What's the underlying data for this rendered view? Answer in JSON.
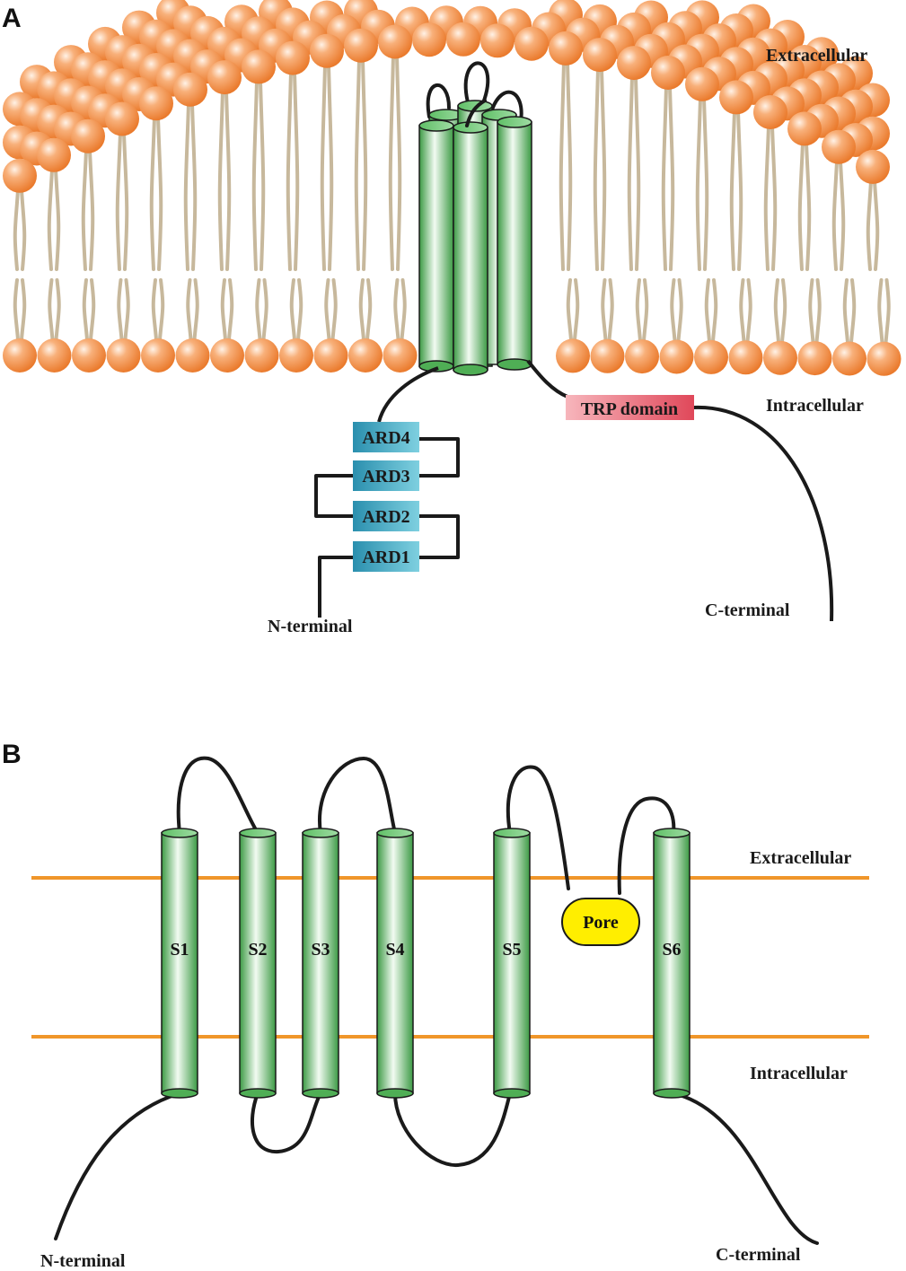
{
  "panel_a": {
    "label": "A",
    "extracellular": "Extracellular",
    "intracellular": "Intracellular",
    "n_terminal": "N-terminal",
    "c_terminal": "C-terminal",
    "trp_domain": "TRP domain",
    "ards": [
      "ARD4",
      "ARD3",
      "ARD2",
      "ARD1"
    ]
  },
  "panel_b": {
    "label": "B",
    "extracellular": "Extracellular",
    "intracellular": "Intracellular",
    "n_terminal": "N-terminal",
    "c_terminal": "C-terminal",
    "pore": "Pore",
    "segments": [
      "S1",
      "S2",
      "S3",
      "S4",
      "S5",
      "S6"
    ]
  },
  "colors": {
    "lipid_head": "#f08a3c",
    "lipid_tail": "#c7b89c",
    "helix": "#4fae55",
    "ard": "#3aa6c2",
    "trp": "#e05a6a",
    "pore": "#ffee00",
    "membrane_line": "#f0962a",
    "chain": "#1a1a1a"
  }
}
